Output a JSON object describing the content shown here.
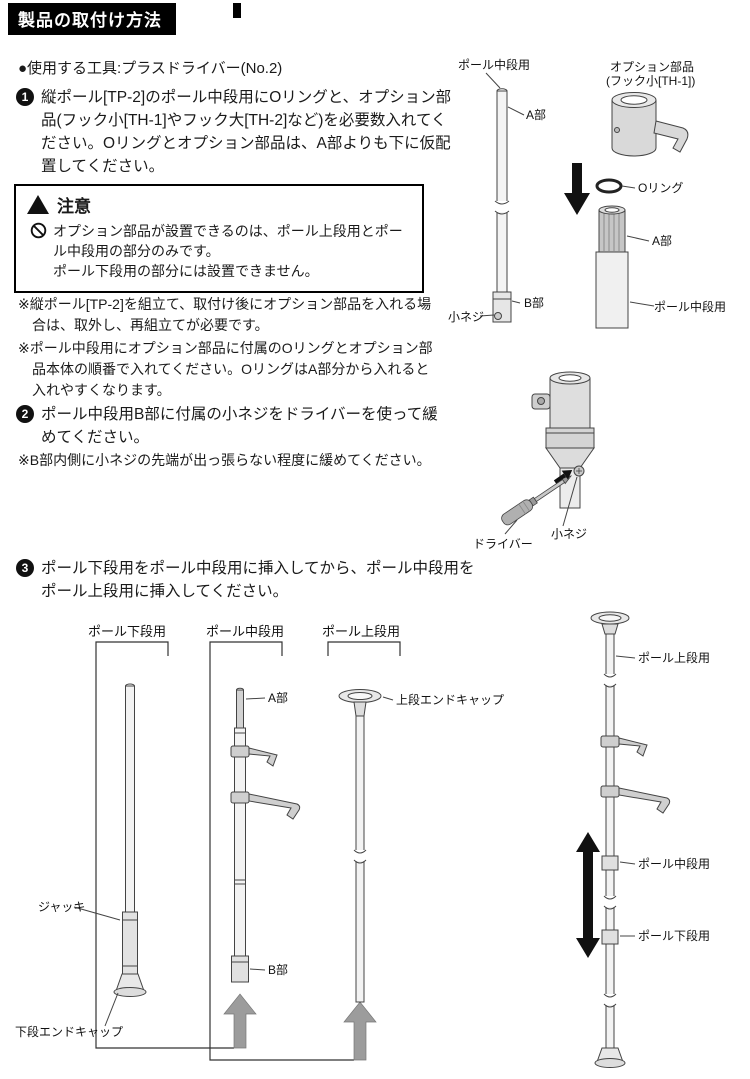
{
  "header": {
    "title": "製品の取付け方法"
  },
  "tools_line": "●使用する工具:プラスドライバー(No.2)",
  "icons": {
    "warning_mark": "!",
    "prohibition": "circle-slash"
  },
  "step1": {
    "num": "1",
    "text": "縦ポール[TP-2]のポール中段用にOリングと、オプション部品(フック小[TH-1]やフック大[TH-2]など)を必要数入れてください。Oリングとオプション部品は、A部よりも下に仮配置してください。"
  },
  "warning": {
    "title": "注意",
    "line1": "オプション部品が設置できるのは、ポール上段用とポール中段用の部分のみです。",
    "line2": "ポール下段用の部分には設置できません。"
  },
  "note1": "※縦ポール[TP-2]を組立て、取付け後にオプション部品を入れる場合は、取外し、再組立てが必要です。",
  "note2": "※ポール中段用にオプション部品に付属のOリングとオプション部品本体の順番で入れてください。OリングはA部分から入れると入れやすくなります。",
  "step2": {
    "num": "2",
    "text": "ポール中段用B部に付属の小ネジをドライバーを使って緩めてください。"
  },
  "note3": "※B部内側に小ネジの先端が出っ張らない程度に緩めてください。",
  "step3": {
    "num": "3",
    "text": "ポール下段用をポール中段用に挿入してから、ポール中段用をポール上段用に挿入してください。"
  },
  "d1": {
    "pole_mid_label": "ポール中段用",
    "part_a_label": "A部",
    "part_b_label": "B部",
    "screw_label": "小ネジ",
    "option_line1": "オプション部品",
    "option_line2": "(フック小[TH-1])",
    "oring_label": "Oリング",
    "part_a2_label": "A部",
    "pole_mid2_label": "ポール中段用"
  },
  "d2": {
    "driver_label": "ドライバー",
    "screw_label": "小ネジ"
  },
  "d3": {
    "pole_lower_label": "ポール下段用",
    "pole_middle_label": "ポール中段用",
    "pole_upper_label": "ポール上段用",
    "jack_label": "ジャッキ",
    "lower_cap_label": "下段エンドキャップ",
    "part_a_label": "A部",
    "part_b_label": "B部",
    "upper_cap_label": "上段エンドキャップ",
    "assembled_upper_label": "ポール上段用",
    "assembled_middle_label": "ポール中段用",
    "assembled_lower_label": "ポール下段用"
  }
}
